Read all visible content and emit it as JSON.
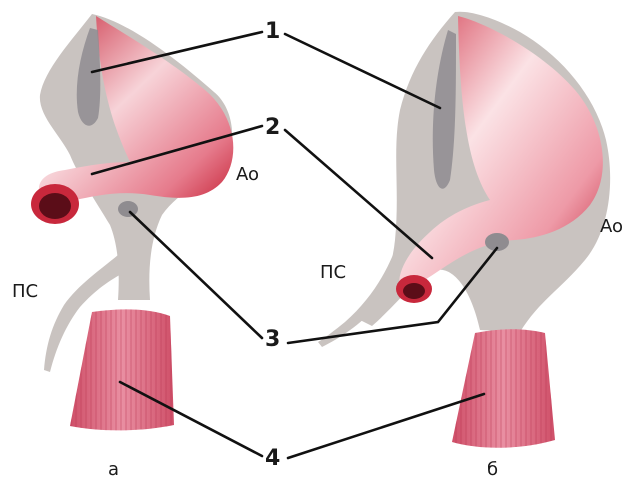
{
  "labels": {
    "marker_1": "1",
    "marker_2": "2",
    "marker_3": "3",
    "marker_4": "4",
    "aorta_left": "Ao",
    "aorta_right": "Ao",
    "pc_left": "ПС",
    "pc_right": "ПС",
    "panel_a": "а",
    "panel_b": "б"
  },
  "colors": {
    "tissue_gray": "#c9c3c0",
    "vessel_red": "#c8283c",
    "vessel_highlight": "#f7d3d8",
    "lumen_dark": "#5b0d18",
    "muscle_red": "#d7607a",
    "leader_line": "#111111"
  }
}
